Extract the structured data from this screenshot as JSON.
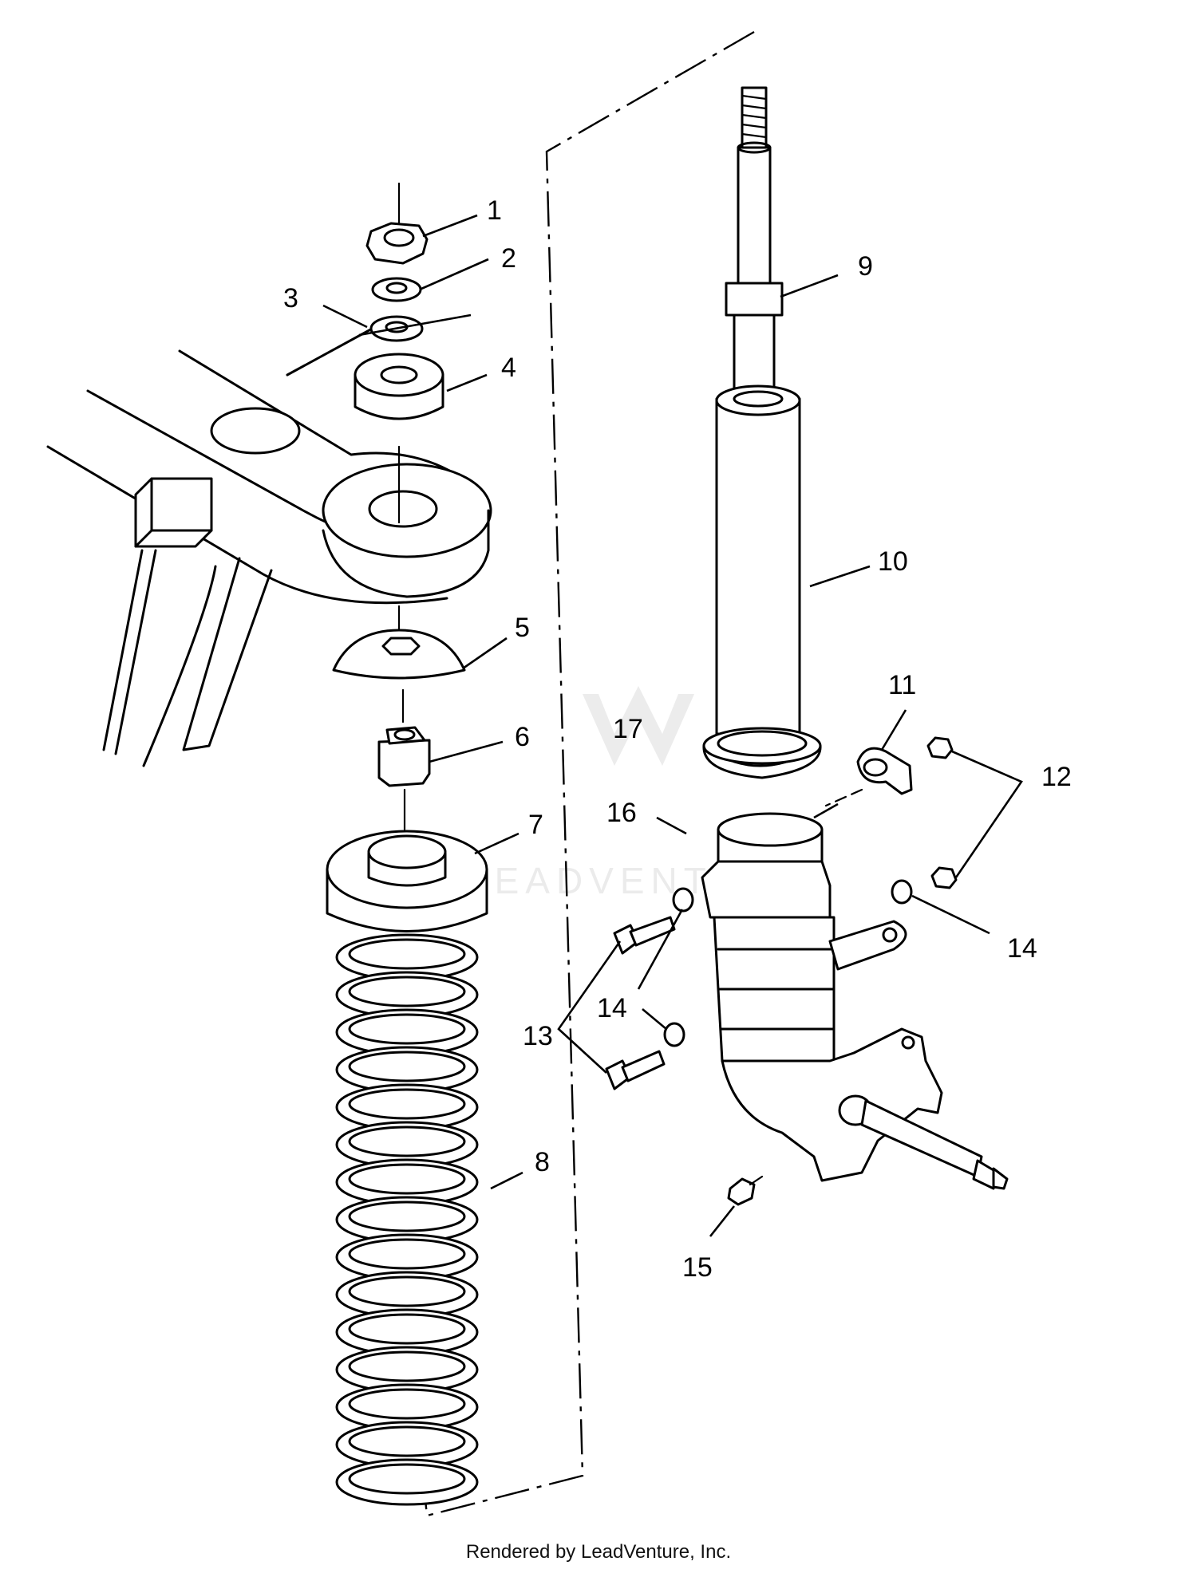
{
  "diagram": {
    "callouts": [
      "1",
      "2",
      "3",
      "4",
      "5",
      "6",
      "7",
      "8",
      "9",
      "10",
      "11",
      "12",
      "13",
      "14",
      "14",
      "15",
      "16",
      "17"
    ]
  },
  "watermark": {
    "text": "LEADVENTURE"
  },
  "footer": {
    "text": "Rendered by LeadVenture, Inc."
  }
}
